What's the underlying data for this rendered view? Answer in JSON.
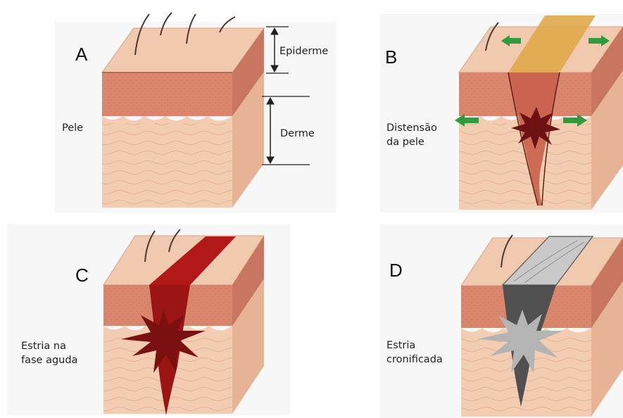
{
  "panels": {
    "a": {
      "letter": "A",
      "side_label": "Pele",
      "layers": {
        "epidermis": "Epiderme",
        "dermis": "Derme"
      }
    },
    "b": {
      "letter": "B",
      "side_label": "Distensão\nda pele"
    },
    "c": {
      "letter": "C",
      "side_label": "Estria na\nfase aguda"
    },
    "d": {
      "letter": "D",
      "side_label": "Estria\ncronificada"
    }
  },
  "colors": {
    "skin_top": "#f0c9ae",
    "skin_epidermis": "#d9866d",
    "skin_dermis": "#f3cdb1",
    "skin_side": "#e6b395",
    "stretch_yellow": "#e0a94a",
    "arrow_green": "#2e9c3a",
    "acute_red": "#8e1212",
    "chronic_gray": "#8a8a8a"
  }
}
